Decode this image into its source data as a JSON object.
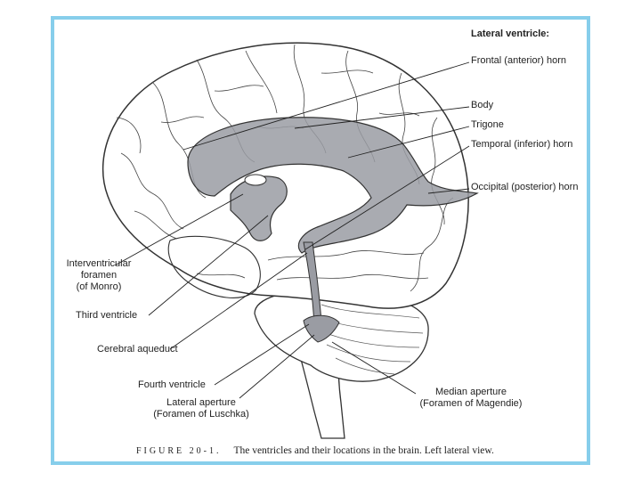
{
  "heading": "Lateral ventricle:",
  "labels": {
    "frontal_horn": "Frontal (anterior) horn",
    "body": "Body",
    "trigone": "Trigone",
    "temporal_horn": "Temporal (inferior) horn",
    "occipital_horn": "Occipital (posterior) horn",
    "interventricular_1": "Interventricular",
    "interventricular_2": "foramen",
    "interventricular_3": "(of Monro)",
    "third_ventricle": "Third ventricle",
    "cerebral_aqueduct": "Cerebral aqueduct",
    "fourth_ventricle": "Fourth ventricle",
    "lateral_aperture_1": "Lateral aperture",
    "lateral_aperture_2": "(Foramen of Luschka)",
    "median_aperture_1": "Median aperture",
    "median_aperture_2": "(Foramen of Magendie)"
  },
  "caption": {
    "figure": "FIGURE 20-1.",
    "text": "The ventricles and their locations in the brain. Left lateral view."
  },
  "colors": {
    "frame": "#87ceeb",
    "ventricle": "#9a9ca3",
    "outline": "#333333"
  }
}
